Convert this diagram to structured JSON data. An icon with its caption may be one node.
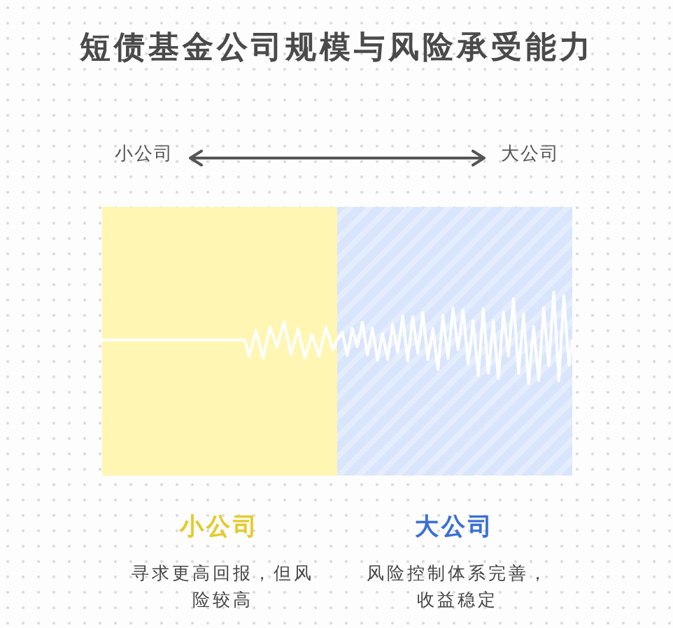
{
  "diagram": {
    "title": "短债基金公司规模与风险承受能力",
    "nodes": [
      {
        "text": [
          "小公司"
        ]
      },
      {
        "text": [
          "大公司"
        ]
      },
      {
        "text": [
          "小公司",
          "寻求更高回报，但风险较高"
        ]
      },
      {
        "text": [
          "大公司",
          "风险控制体系完善，收益稳定"
        ]
      }
    ],
    "edges": [
      {
        "from": 0,
        "to": 1,
        "arrow": "both"
      }
    ]
  }
}
